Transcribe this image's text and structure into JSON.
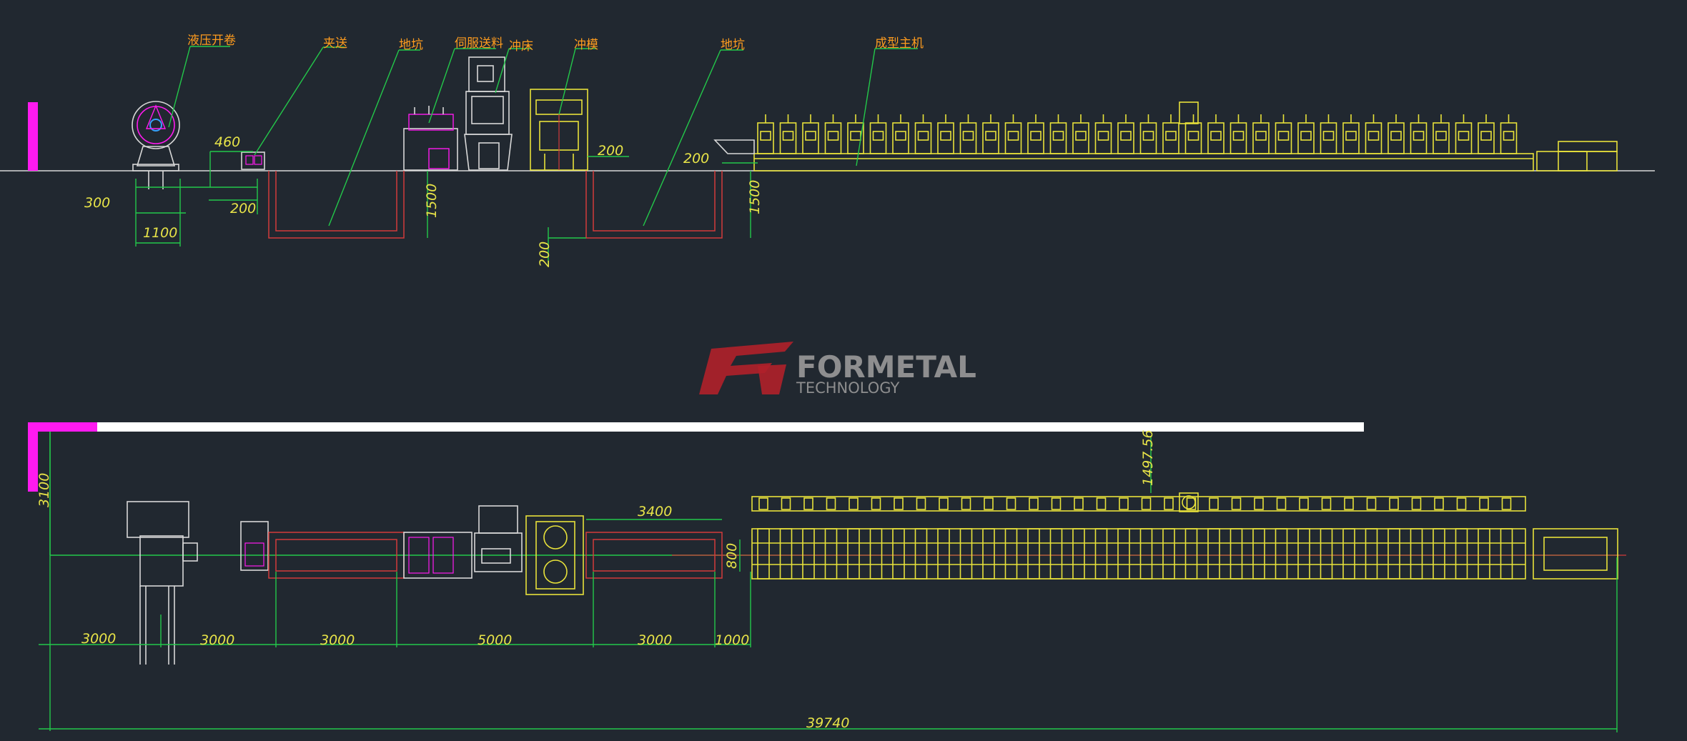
{
  "labels": {
    "decoiler": "液压开卷",
    "pinch": "夹送",
    "pit1": "地坑",
    "servo": "伺服送料",
    "press": "冲床",
    "die": "冲模",
    "pit2": "地坑",
    "former": "成型主机"
  },
  "elevation_dims": {
    "d460": "460",
    "d300": "300",
    "d1100": "1100",
    "d200a": "200",
    "d1500a": "1500",
    "d200b": "200",
    "d200c": "200",
    "d1500b": "1500",
    "d200d": "200"
  },
  "plan_dims": {
    "d3100": "3100",
    "d1497": "1497.56",
    "d3400": "3400",
    "d800": "800",
    "seg1": "3000",
    "seg2": "3000",
    "seg3": "3000",
    "seg4": "5000",
    "seg5": "3000",
    "seg6": "1000",
    "total": "39740"
  },
  "watermark": {
    "brand": "FORMETAL",
    "sub": "TECHNOLOGY"
  },
  "colors": {
    "background": "#212830",
    "dimension_lines": "#23c84a",
    "machine_outline": "#e8e23a",
    "labels": "#ff9c1e",
    "pit_outline": "#d23a3a",
    "marker": "#ff1af0"
  }
}
